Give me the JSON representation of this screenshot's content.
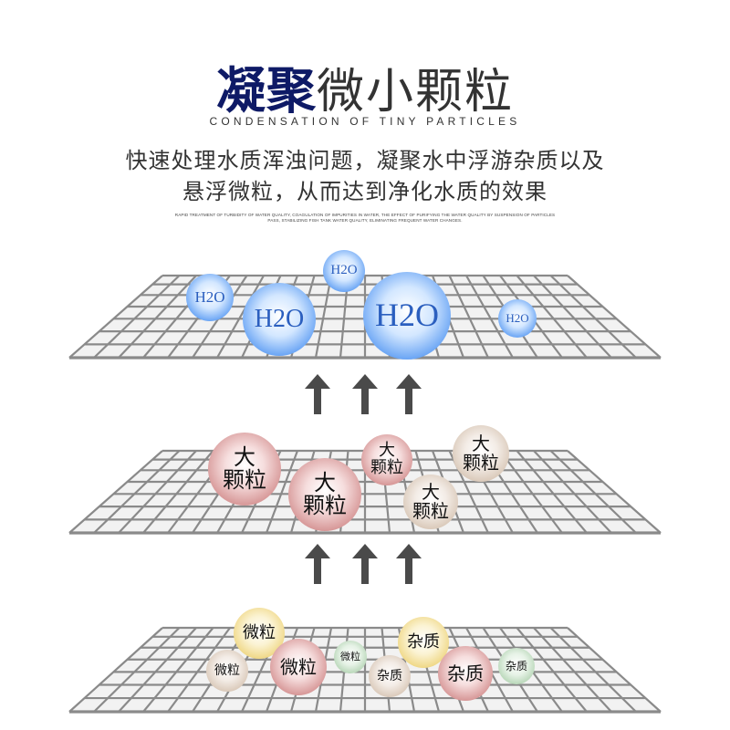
{
  "title": {
    "bold": "凝聚",
    "light": "微小颗粒"
  },
  "subtitle_en": "CONDENSATION OF TINY PARTICLES",
  "description": {
    "line1": "快速处理水质浑浊问题，凝聚水中浮游杂质以及",
    "line2": "悬浮微粒，从而达到净化水质的效果"
  },
  "fine_print": {
    "line1": "RAPID TREATMENT OF TURBIDITY OF WATER QUALITY, COAGULATION OF IMPURITIES IN WATER, THE EFFECT OF PURIFYING THE WATER QUALITY BY SUSPENSION OF PARTICLES",
    "line2": "PASS, STABILIZING FISH TANK WATER QUALITY, ELIMINATING FREQUENT WATER CHANGES."
  },
  "colors": {
    "title_bold": "#0e1a66",
    "grid": "#8a8a8a",
    "arrow": "#4a4a4a",
    "h2o_blue": "#1f6be0"
  },
  "layers": {
    "top": {
      "particles": [
        {
          "label": "H2O",
          "kind": "h2o"
        },
        {
          "label": "H2O",
          "kind": "h2o"
        },
        {
          "label": "H2O",
          "kind": "h2o"
        },
        {
          "label": "H2O",
          "kind": "h2o"
        },
        {
          "label": "H2O",
          "kind": "h2o"
        }
      ]
    },
    "middle": {
      "particles": [
        {
          "line1": "大",
          "line2": "颗粒",
          "kind": "red"
        },
        {
          "line1": "大",
          "line2": "颗粒",
          "kind": "red"
        },
        {
          "line1": "大",
          "line2": "颗粒",
          "kind": "red"
        },
        {
          "line1": "大",
          "line2": "颗粒",
          "kind": "tan"
        },
        {
          "line1": "大",
          "line2": "颗粒",
          "kind": "tan"
        }
      ]
    },
    "bottom": {
      "particles": [
        {
          "label": "微粒",
          "kind": "yellow"
        },
        {
          "label": "微粒",
          "kind": "tan"
        },
        {
          "label": "微粒",
          "kind": "red"
        },
        {
          "label": "微粒",
          "kind": "green"
        },
        {
          "label": "杂质",
          "kind": "yellow"
        },
        {
          "label": "杂质",
          "kind": "tan"
        },
        {
          "label": "杂质",
          "kind": "red"
        },
        {
          "label": "杂质",
          "kind": "green"
        }
      ]
    }
  }
}
